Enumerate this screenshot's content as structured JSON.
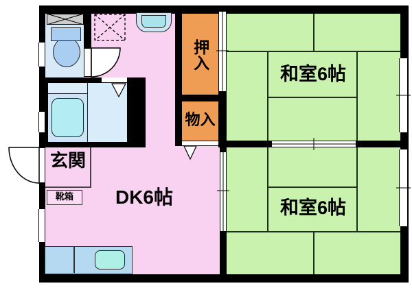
{
  "rooms": {
    "washitsu_top": "和室6帖",
    "washitsu_bottom": "和室6帖",
    "dk": "DK6帖",
    "genkan": "玄関",
    "shoe_box": "靴箱",
    "oshiire": "押入",
    "monoire": "物入"
  },
  "colors": {
    "wall": "#000000",
    "tatami_green": "#c9f2ae",
    "dk_pink": "#f8d2f0",
    "closet_orange": "#ef9c55",
    "water_floor_blue": "#cde4f6",
    "fixture_blue": "#a9cef2",
    "tub_cyan": "#b4ecf4",
    "counter_blue": "#b5d9f0",
    "sink_cyan": "#aff0e6",
    "hatch_gray": "#cccccc"
  }
}
